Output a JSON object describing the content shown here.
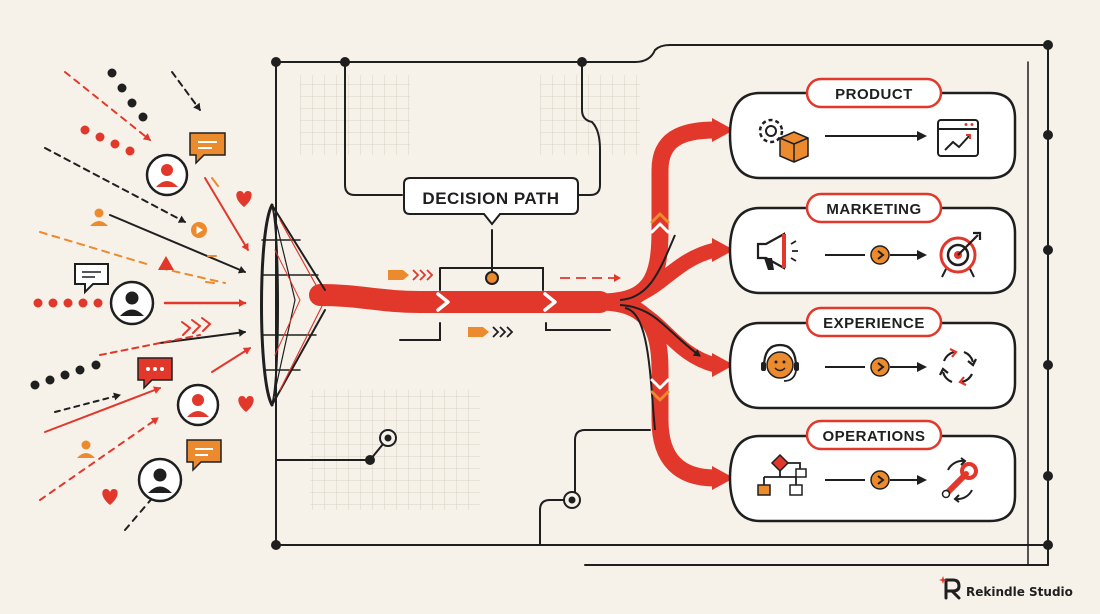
{
  "diagram": {
    "center_label": "DECISION PATH",
    "branches": [
      {
        "label": "PRODUCT",
        "icons": [
          "gear-icon",
          "box-icon",
          "chart-window-icon"
        ]
      },
      {
        "label": "MARKETING",
        "icons": [
          "megaphone-icon",
          "target-icon"
        ]
      },
      {
        "label": "EXPERIENCE",
        "icons": [
          "headset-smile-icon",
          "cycle-arrows-icon"
        ]
      },
      {
        "label": "OPERATIONS",
        "icons": [
          "flowchart-icon",
          "wrench-icon"
        ]
      }
    ],
    "inputs": [
      "user-avatar-icon",
      "chat-bubble-icon",
      "heart-icon",
      "play-icon",
      "warning-triangle-icon"
    ]
  },
  "brand": {
    "name": "Rekindle Studio"
  },
  "colors": {
    "accent": "#e2382b",
    "orange": "#ec8a2e",
    "ink": "#1f1f1f",
    "background": "#f6f2ea"
  }
}
